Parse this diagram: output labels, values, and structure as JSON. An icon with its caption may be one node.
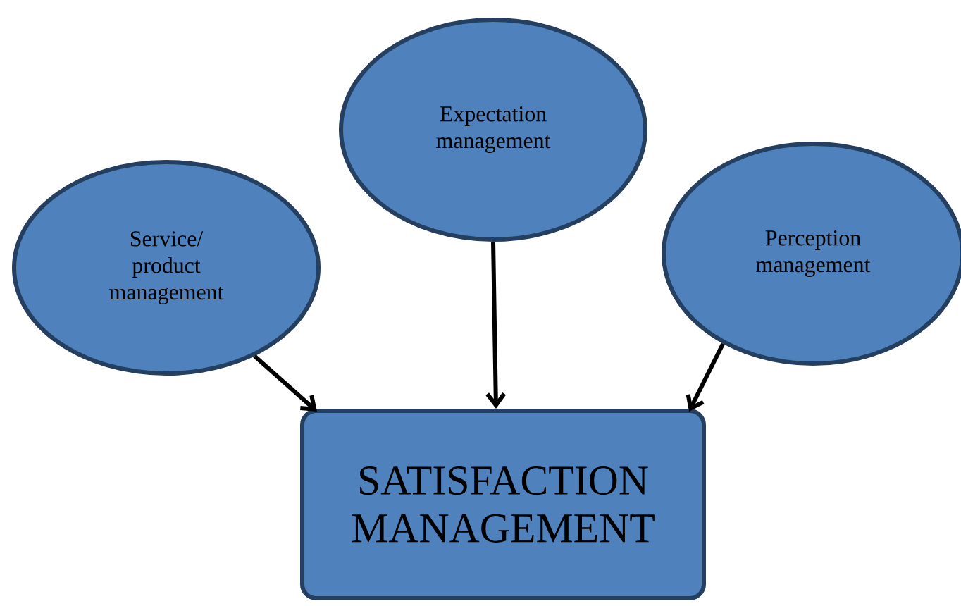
{
  "diagram": {
    "nodes": [
      {
        "text": [
          "Expectation management"
        ]
      },
      {
        "text": [
          "Service/ product management"
        ]
      },
      {
        "text": [
          "Perception management"
        ]
      },
      {
        "text": [
          "SATISFACTION MANAGEMENT"
        ]
      }
    ],
    "edges": [
      {
        "from": 1,
        "to": 3,
        "arrow": "to"
      },
      {
        "from": 0,
        "to": 3,
        "arrow": "to"
      },
      {
        "from": 2,
        "to": 3,
        "arrow": "to"
      }
    ]
  }
}
